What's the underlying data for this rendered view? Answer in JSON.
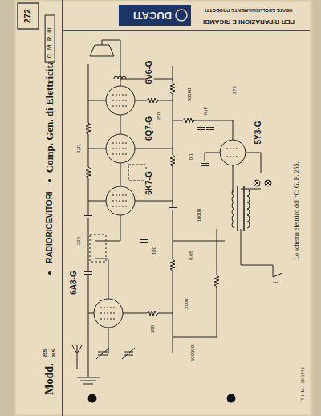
{
  "diagram": {
    "nodes": [
      {
        "text": [
          "C. M. R. III"
        ]
      }
    ],
    "labels": [
      "272",
      "DUCATI",
      "PER RIPARAZIONI E RICAMBI",
      "USATE ESCLUSIVAMENTE PRODOTTI",
      "Modd.",
      "255",
      "265",
      "RADIORICEVITORI",
      "Comp. Gen. di Elettricità",
      "6V6-G",
      "6Q7-G",
      "6K7-G",
      "6A8-G",
      "5Y3-G",
      "Lo schema elettrico del “C. G. E. 255„",
      "272",
      "T. I. M. - 10-1946",
      "50000",
      "0,1",
      "250",
      "10000",
      "0,05",
      "100",
      "2000",
      "8µF",
      "300",
      "200",
      "0,01",
      "500000"
    ]
  }
}
